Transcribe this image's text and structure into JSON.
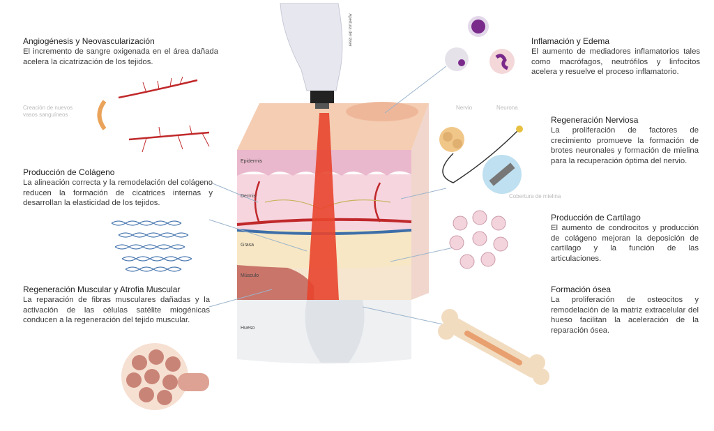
{
  "sections": {
    "angiogenesis": {
      "title": "Angiogénesis y Neovascularización",
      "text": "El incremento de sangre oxigenada en el área dañada acelera la cicatrización de los tejidos.",
      "caption": "Creación de nuevos vasos sanguíneos"
    },
    "collagen": {
      "title": "Producción de Colágeno",
      "text": "La alineación correcta y la remodelación del colágeno reducen la formación de cicatrices internas y desarrollan la elasticidad de los tejidos."
    },
    "muscle": {
      "title": "Regeneración Muscular y Atrofia Muscular",
      "text": "La reparación de fibras musculares dañadas y la activación de las células satélite miogénicas conducen a la regeneración del tejido muscular."
    },
    "inflammation": {
      "title": "Inflamación y Edema",
      "text": "El aumento de mediadores inflamatorios tales como macrófagos, neutrófilos y linfocitos acelera y resuelve el proceso inflamatorio."
    },
    "nerve": {
      "title": "Regeneración Nerviosa",
      "text": "La proliferación de factores de crecimiento promueve la formación de brotes neuronales y formación de mielina para la recuperación óptima del nervio.",
      "labels": {
        "nerve": "Nervio",
        "neuron": "Neurona",
        "myelin": "Cobertura de mielina"
      }
    },
    "cartilage": {
      "title": "Producción de Cartílago",
      "text": "El aumento de condrocitos y producción de colágeno mejoran la deposición de cartílago y la función de las articulaciones."
    },
    "bone": {
      "title": "Formación ósea",
      "text": "La proliferación de osteocitos y remodelación de la matriz extracelular del hueso facilitan la aceleración de la reparación ósea."
    }
  },
  "layers": {
    "epidermis": "Epidermis",
    "dermis": "Dermis",
    "fat": "Grasa",
    "muscle": "Músculo",
    "bone": "Hueso"
  },
  "device": {
    "label": "Apertura del láser"
  },
  "colors": {
    "laser": "#e8452e",
    "vessel": "#c0282a",
    "skin": "#f3c9b0",
    "text": "#3a3a3a"
  }
}
